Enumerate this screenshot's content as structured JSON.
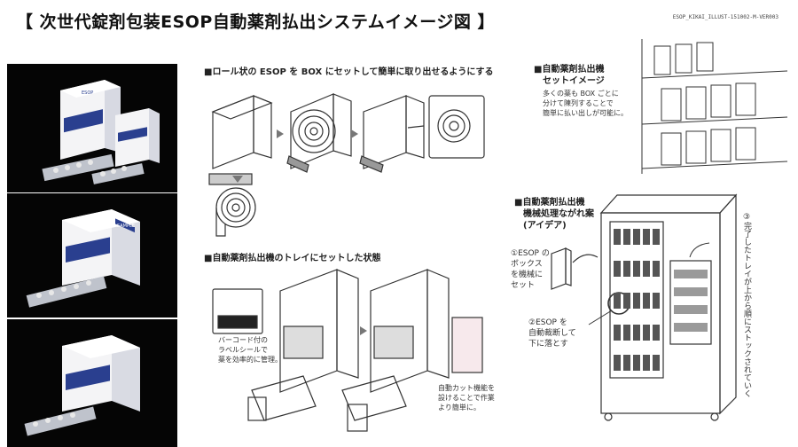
{
  "title": "【 次世代錠剤包装ESOP自動薬剤払出システムイメージ図 】",
  "doc_id": "ESOP_KIKAI_ILLUST-151002-M-VER003",
  "photos": {
    "box_label": "SAMPLE",
    "box_brand": "ESOP"
  },
  "section1": {
    "heading": "■ロール状の ESOP を BOX にセットして簡単に取り出せるようにする"
  },
  "section2": {
    "heading": "■自動薬剤払出機のトレイにセットした状態",
    "barcode_note": [
      "バーコード付の",
      "ラベルシールで",
      "薬を効率的に管理。"
    ],
    "cut_note": [
      "自動カット機能を",
      "設けることで作業",
      "より簡単に。"
    ]
  },
  "section3": {
    "heading": [
      "■自動薬剤払出機",
      "　セットイメージ"
    ],
    "desc": [
      "多くの薬も BOX ごとに",
      "分けて陳列することで",
      "簡単に払い出しが可能に。"
    ]
  },
  "section4": {
    "heading": [
      "■自動薬剤払出機",
      "　機械処理ながれ案",
      "　(アイデア)"
    ],
    "step1": [
      "①ESOP の",
      "ボックス",
      "を機械に",
      "セット"
    ],
    "step2": [
      "②ESOP を",
      "自動裁断して",
      "下に落とす"
    ],
    "step3": "③完了したトレイが上から順にストックされていく"
  },
  "colors": {
    "title": "#111111",
    "ink": "#222222",
    "photo_bg": "#050505",
    "box_blue": "#2a3f8f"
  }
}
